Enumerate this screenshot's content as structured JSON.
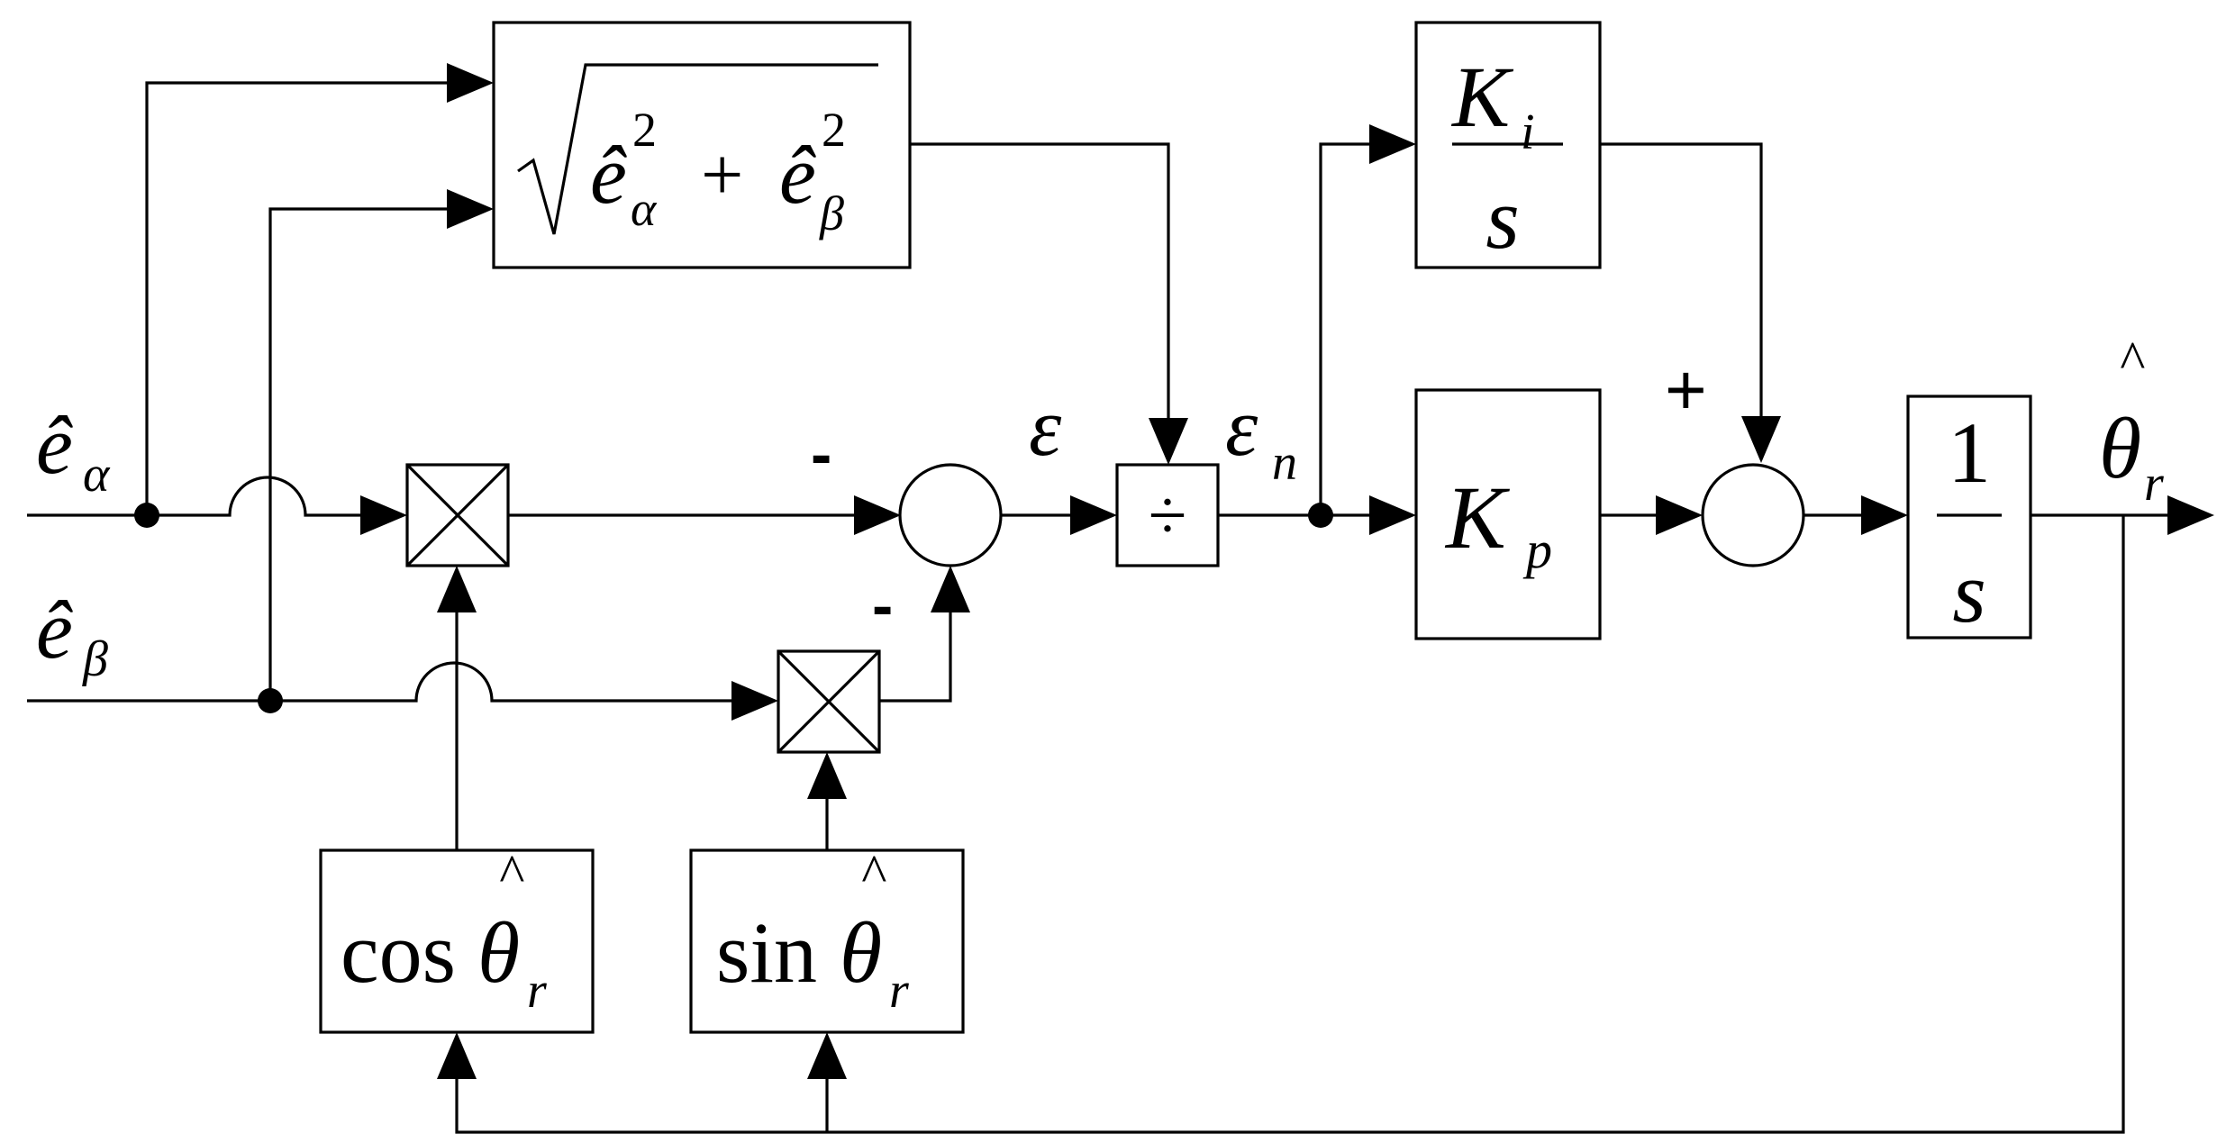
{
  "inputs": {
    "e_alpha": {
      "base": "ê",
      "sub": "α"
    },
    "e_beta": {
      "base": "ê",
      "sub": "β"
    }
  },
  "magnitude_block": {
    "radical": "√",
    "term1_base": "ê",
    "term1_sub": "α",
    "term1_sup": "2",
    "plus": "+",
    "term2_base": "ê",
    "term2_sub": "β",
    "term2_sup": "2"
  },
  "ki_block": {
    "numerator": "K",
    "numerator_sub": "i",
    "denominator": "s"
  },
  "kp_block": {
    "main": "K",
    "sub": "p"
  },
  "integrator_block": {
    "numerator": "1",
    "denominator": "s"
  },
  "divider_block": {
    "symbol": "÷"
  },
  "cos_block": {
    "func": "cos",
    "var": "θ",
    "hat": "^",
    "sub": "r"
  },
  "sin_block": {
    "func": "sin",
    "var": "θ",
    "hat": "^",
    "sub": "r"
  },
  "signals": {
    "epsilon": "ε",
    "epsilon_n": {
      "base": "ε",
      "sub": "n"
    },
    "theta_out": {
      "base": "θ",
      "hat": "^",
      "sub": "r"
    }
  },
  "signs": {
    "sum1_top_sign": "-",
    "sum1_bottom_sign": "-",
    "sum2_top_sign": "+"
  }
}
